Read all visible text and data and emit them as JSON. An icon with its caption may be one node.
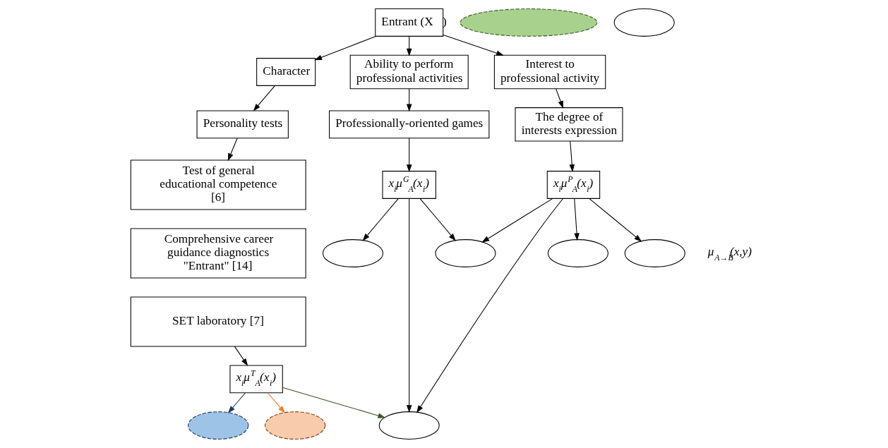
{
  "diagram": {
    "nodes": [
      {
        "text": [
          "Entrant (X⃗)"
        ]
      },
      {
        "text": [
          "Character"
        ]
      },
      {
        "text": [
          "Personality tests"
        ]
      },
      {
        "text": [
          "Test of general educational competence [6]"
        ]
      },
      {
        "text": [
          "Comprehensive career guidance diagnostics \"Entrant\" [14]"
        ]
      },
      {
        "text": [
          "SET laboratory [7]"
        ]
      },
      {
        "text": [
          "Ability to perform professional activities"
        ]
      },
      {
        "text": [
          "Professionally-oriented games"
        ]
      },
      {
        "text": [
          "Interest to professional activity"
        ]
      },
      {
        "text": [
          "The degree of interests expression"
        ]
      },
      {
        "text": [
          "x$_{i}$μ$^{T}$$_{A}$(x$_{i}$)"
        ]
      },
      {
        "text": [
          "x$_{i}$μ$^{G}$$_{A}$(x$_{i}$)"
        ]
      },
      {
        "text": [
          "x$_{i}$μ$^{P}$$_{A}$(x$_{i}$)"
        ]
      },
      {
        "text": [],
        "shape": "ellipse"
      },
      {
        "text": [],
        "shape": "ellipse"
      },
      {
        "text": [],
        "shape": "ellipse"
      },
      {
        "text": [],
        "shape": "ellipse"
      },
      {
        "text": [],
        "shape": "ellipse"
      },
      {
        "text": [],
        "shape": "ellipse"
      },
      {
        "text": [],
        "shape": "ellipse"
      },
      {
        "text": [],
        "shape": "ellipse"
      },
      {
        "text": [],
        "shape": "ellipse"
      }
    ],
    "edges": [
      {
        "from": 0,
        "to": 1,
        "arrow": "to"
      },
      {
        "from": 0,
        "to": 6,
        "arrow": "to"
      },
      {
        "from": 0,
        "to": 8,
        "arrow": "to"
      },
      {
        "from": 1,
        "to": 2,
        "arrow": "to"
      },
      {
        "from": 2,
        "to": 3,
        "arrow": "to"
      },
      {
        "from": 5,
        "to": 10,
        "arrow": "to"
      },
      {
        "from": 6,
        "to": 7,
        "arrow": "to"
      },
      {
        "from": 7,
        "to": 11,
        "arrow": "to"
      },
      {
        "from": 8,
        "to": 9,
        "arrow": "to"
      },
      {
        "from": 9,
        "to": 12,
        "arrow": "to"
      },
      {
        "from": 10,
        "to": 13,
        "arrow": "to",
        "color": "#1f3864"
      },
      {
        "from": 10,
        "to": 18,
        "arrow": "to",
        "color": "#375623"
      },
      {
        "from": 10,
        "to": 15,
        "arrow": "to",
        "color": "#ed7d31"
      },
      {
        "from": 11,
        "to": 14,
        "arrow": "to"
      },
      {
        "from": 11,
        "to": 19,
        "arrow": "to"
      },
      {
        "from": 11,
        "to": 18,
        "arrow": "to"
      },
      {
        "from": 12,
        "to": 19,
        "arrow": "to"
      },
      {
        "from": 12,
        "to": 18,
        "arrow": "to"
      },
      {
        "from": 12,
        "to": 20,
        "arrow": "to"
      },
      {
        "from": 12,
        "to": 21,
        "arrow": "to"
      }
    ],
    "labels": [
      "μ$_{A→B}$(x,y)"
    ]
  }
}
